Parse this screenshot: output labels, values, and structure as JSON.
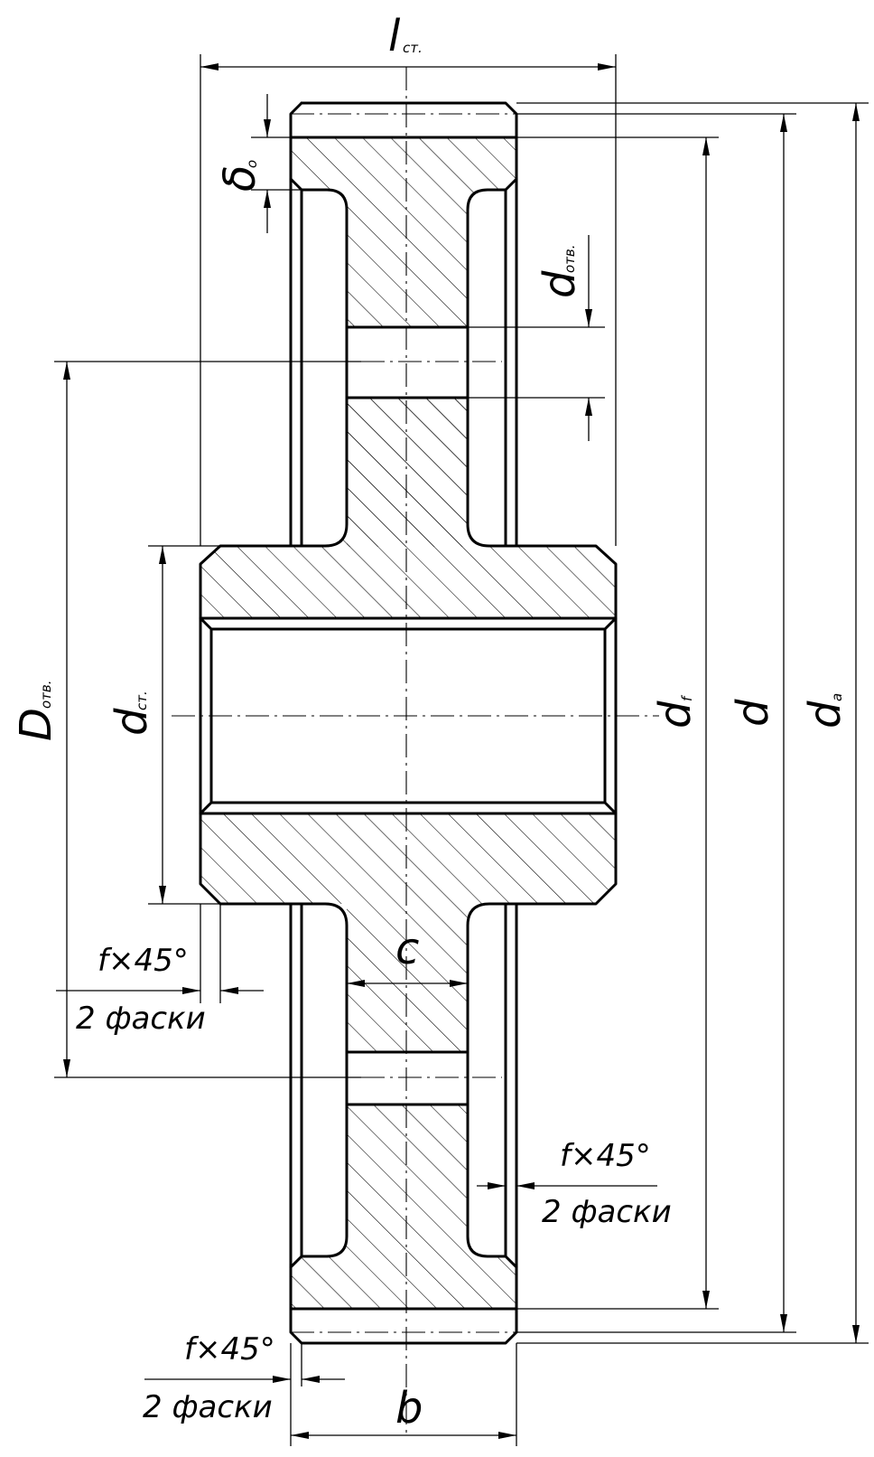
{
  "labels": {
    "l_main": "l",
    "l_sub": "ст.",
    "delta_main": "δ",
    "delta_sub": "o",
    "dotv_main": "d",
    "dotv_sub": "отв.",
    "Dotv_main": "D",
    "Dotv_sub": "отв.",
    "dst_main": "d",
    "dst_sub": "ст.",
    "df_main": "d",
    "df_sub": "f",
    "d_main": "d",
    "da_main": "d",
    "da_sub": "a",
    "c_main": "c",
    "b_main": "b"
  },
  "notes": {
    "chamfer_hub": {
      "size": "f×45°",
      "count": "2 фаски"
    },
    "chamfer_rim": {
      "size": "f×45°",
      "count": "2 фаски"
    },
    "chamfer_bottom": {
      "size": "f×45°",
      "count": "2 фаски"
    }
  }
}
